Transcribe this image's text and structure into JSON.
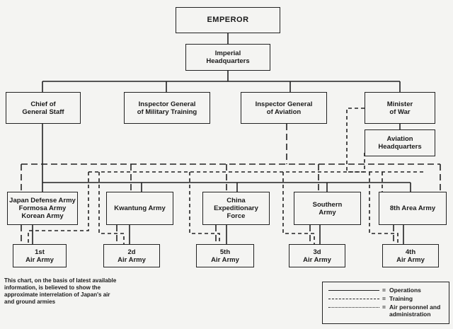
{
  "nodes": {
    "emperor": "EMPEROR",
    "ihq": "Imperial\nHeadquarters",
    "chief": "Chief of\nGeneral Staff",
    "insp_training": "Inspector General\nof Military Training",
    "insp_aviation": "Inspector General\nof Aviation",
    "minister": "Minister\nof War",
    "aviation_hq": "Aviation\nHeadquarters",
    "japan_defense": "Japan Defense Army\nFormosa Army\nKorean Army",
    "kwantung": "Kwantung Army",
    "china": "China\nExpeditionary\nForce",
    "southern": "Southern\nArmy",
    "area8": "8th Area Army",
    "air1": "1st\nAir Army",
    "air2": "2d\nAir Army",
    "air5": "5th\nAir Army",
    "air3": "3d\nAir Army",
    "air4": "4th\nAir Army"
  },
  "note": "This chart, on the basis of latest available information, is believed to show the approximate interrelation of Japan's air and ground armies",
  "legend": {
    "equals": "=",
    "operations": "Operations",
    "training": "Training",
    "air_personnel": "Air personnel and administration"
  }
}
